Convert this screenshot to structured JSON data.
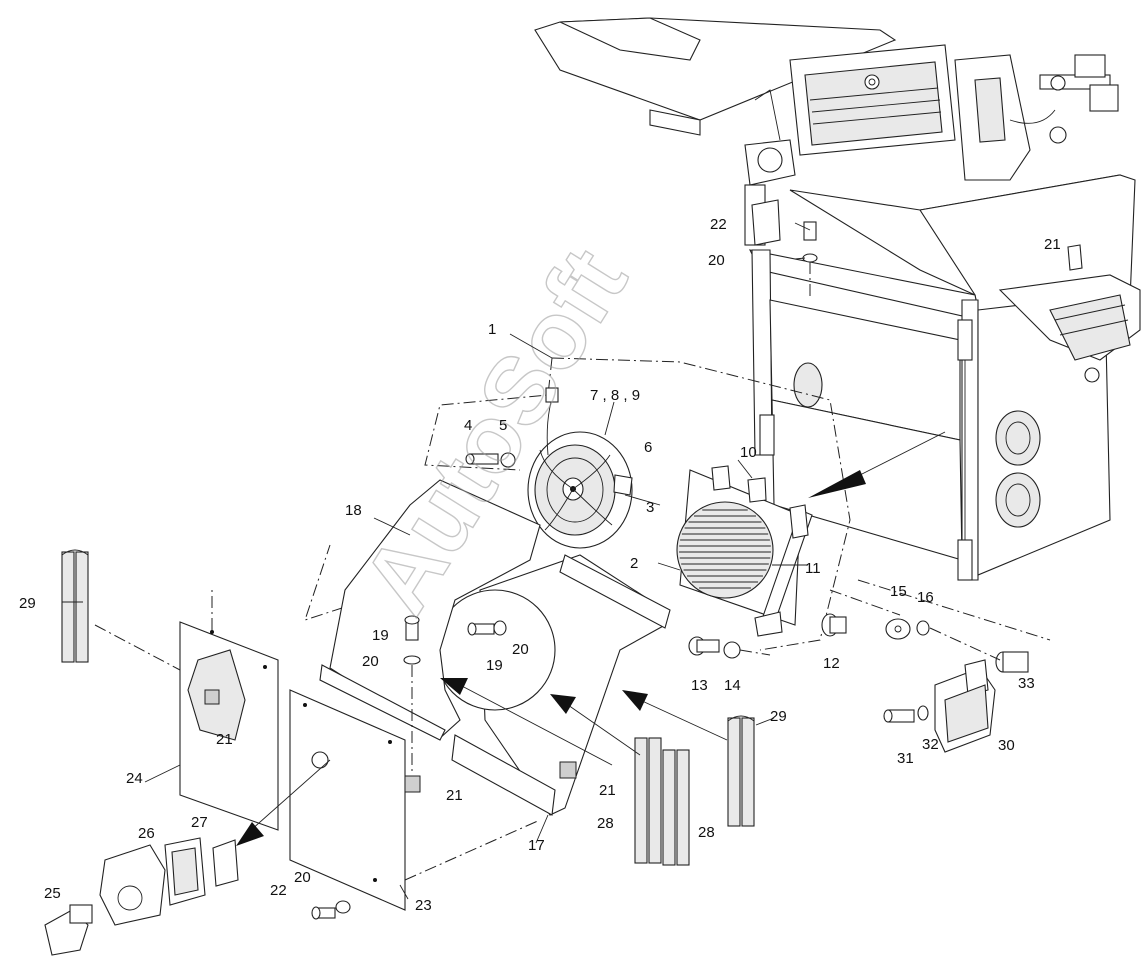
{
  "watermark": "AutoSoft",
  "callouts": [
    {
      "id": "c1",
      "text": "1"
    },
    {
      "id": "c2",
      "text": "2"
    },
    {
      "id": "c3",
      "text": "3"
    },
    {
      "id": "c4",
      "text": "4"
    },
    {
      "id": "c5",
      "text": "5"
    },
    {
      "id": "c6",
      "text": "6"
    },
    {
      "id": "c789",
      "text": "7 , 8 , 9"
    },
    {
      "id": "c10",
      "text": "10"
    },
    {
      "id": "c11",
      "text": "11"
    },
    {
      "id": "c12",
      "text": "12"
    },
    {
      "id": "c13",
      "text": "13"
    },
    {
      "id": "c14",
      "text": "14"
    },
    {
      "id": "c15",
      "text": "15"
    },
    {
      "id": "c16",
      "text": "16"
    },
    {
      "id": "c17",
      "text": "17"
    },
    {
      "id": "c18",
      "text": "18"
    },
    {
      "id": "c19a",
      "text": "19"
    },
    {
      "id": "c19b",
      "text": "19"
    },
    {
      "id": "c20top",
      "text": "20"
    },
    {
      "id": "c20a",
      "text": "20"
    },
    {
      "id": "c20b",
      "text": "20"
    },
    {
      "id": "c20c",
      "text": "20"
    },
    {
      "id": "c21top",
      "text": "21"
    },
    {
      "id": "c21a",
      "text": "21"
    },
    {
      "id": "c21b",
      "text": "21"
    },
    {
      "id": "c21c",
      "text": "21"
    },
    {
      "id": "c22top",
      "text": "22"
    },
    {
      "id": "c22b",
      "text": "22"
    },
    {
      "id": "c23",
      "text": "23"
    },
    {
      "id": "c24",
      "text": "24"
    },
    {
      "id": "c25",
      "text": "25"
    },
    {
      "id": "c26",
      "text": "26"
    },
    {
      "id": "c27",
      "text": "27"
    },
    {
      "id": "c28a",
      "text": "28"
    },
    {
      "id": "c28b",
      "text": "28"
    },
    {
      "id": "c29a",
      "text": "29"
    },
    {
      "id": "c29b",
      "text": "29"
    },
    {
      "id": "c30",
      "text": "30"
    },
    {
      "id": "c31",
      "text": "31"
    },
    {
      "id": "c32",
      "text": "32"
    },
    {
      "id": "c33",
      "text": "33"
    }
  ]
}
